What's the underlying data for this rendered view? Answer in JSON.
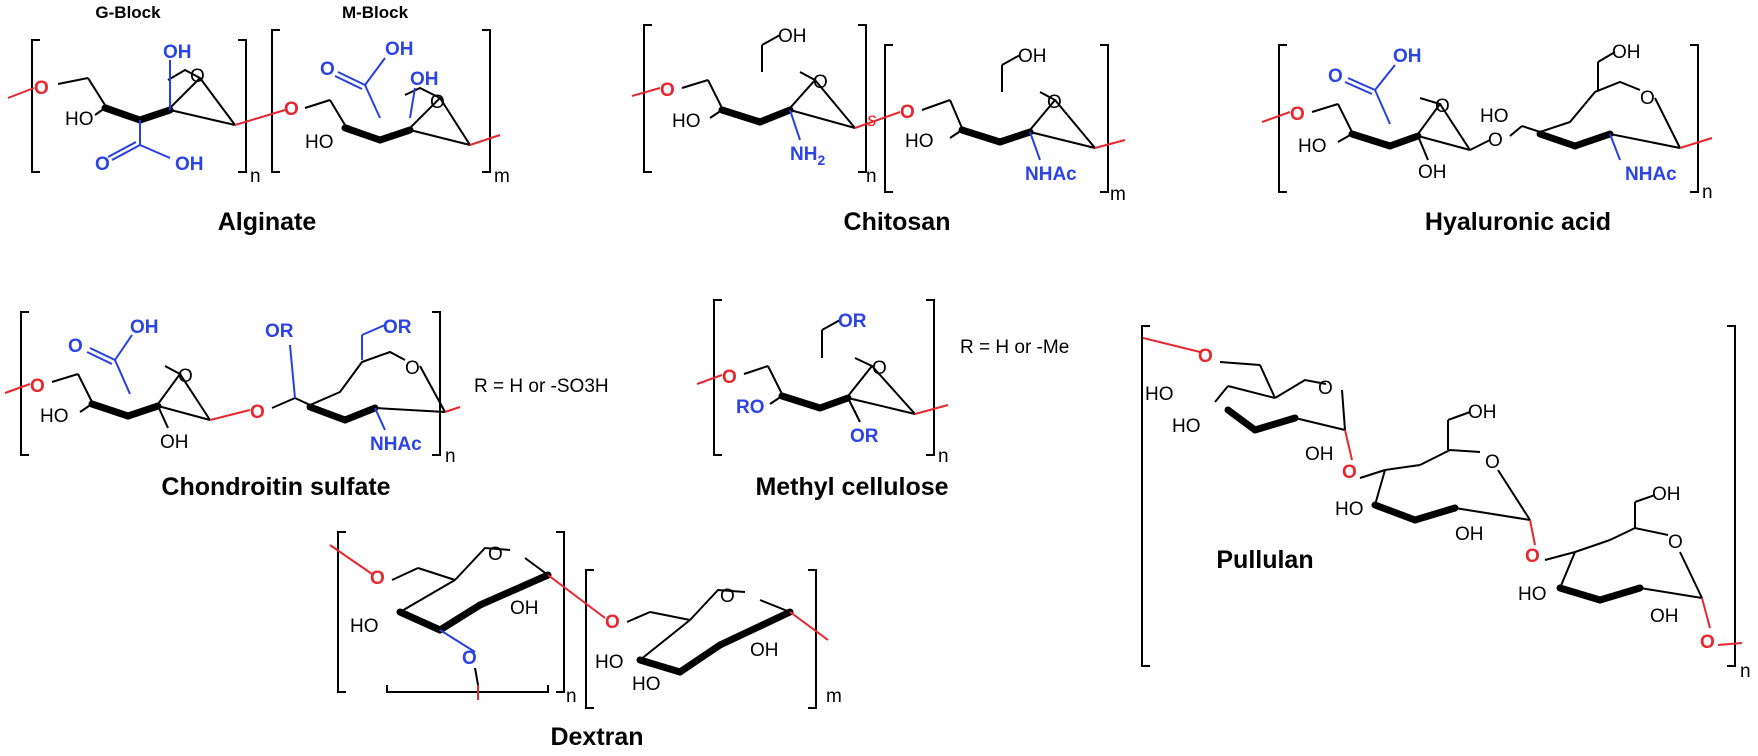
{
  "colors": {
    "backbone": "#000000",
    "substituent": "#2b44e3",
    "glycosidic_oxygen": "#e8262e"
  },
  "alginate": {
    "name": "Alginate",
    "g_block": "G-Block",
    "m_block": "M-Block",
    "oh": "OH",
    "ho": "HO",
    "o": "O",
    "n": "n",
    "m": "m"
  },
  "chitosan": {
    "name": "Chitosan",
    "oh": "OH",
    "ho": "HO",
    "o": "O",
    "nh2": "NH",
    "nh2_sub": "2",
    "nhac": "NHAc",
    "s": "s",
    "n": "n",
    "m": "m"
  },
  "hyaluronic": {
    "name": "Hyaluronic acid",
    "oh": "OH",
    "ho": "HO",
    "o": "O",
    "nhac": "NHAc",
    "n": "n"
  },
  "chondroitin": {
    "name": "Chondroitin sulfate",
    "note": "R = H or -SO3H",
    "oh": "OH",
    "ho": "HO",
    "or": "OR",
    "o": "O",
    "nhac": "NHAc",
    "n": "n"
  },
  "methylcellulose": {
    "name": "Methyl cellulose",
    "note": "R = H or -Me",
    "or": "OR",
    "ro": "RO",
    "o": "O",
    "n": "n"
  },
  "pullulan": {
    "name": "Pullulan",
    "oh": "OH",
    "ho": "HO",
    "o": "O",
    "n": "n"
  },
  "dextran": {
    "name": "Dextran",
    "oh": "OH",
    "ho": "HO",
    "o": "O",
    "n": "n",
    "m": "m"
  }
}
